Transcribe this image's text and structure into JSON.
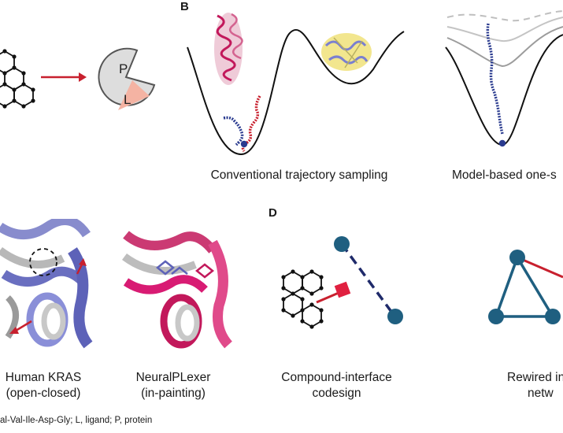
{
  "panel_b": {
    "letter": "B",
    "caption_left": "Conventional trajectory sampling",
    "caption_right": "Model-based one-s"
  },
  "panel_a": {
    "pocket_protein_label": "P",
    "pocket_ligand_label": "L"
  },
  "panel_c": {
    "caption_kras_line1": "Human KRAS",
    "caption_kras_line2": "(open-closed)",
    "caption_neural_line1": "NeuralPLexer",
    "caption_neural_line2": "(in-painting)"
  },
  "panel_d": {
    "letter": "D",
    "caption_compound_line1": "Compound-interface",
    "caption_compound_line2": "codesign",
    "caption_rewired_line1": "Rewired in",
    "caption_rewired_line2": "netw"
  },
  "footnote": "al-Val-Ile-Asp-Gly; L, ligand; P, protein",
  "colors": {
    "arrow_red": "#c8202e",
    "trajectory_blue": "#2a3b8f",
    "node_teal": "#1f5f80",
    "protein_pink": "#c2185b",
    "protein_purple": "#6a6fc0"
  }
}
